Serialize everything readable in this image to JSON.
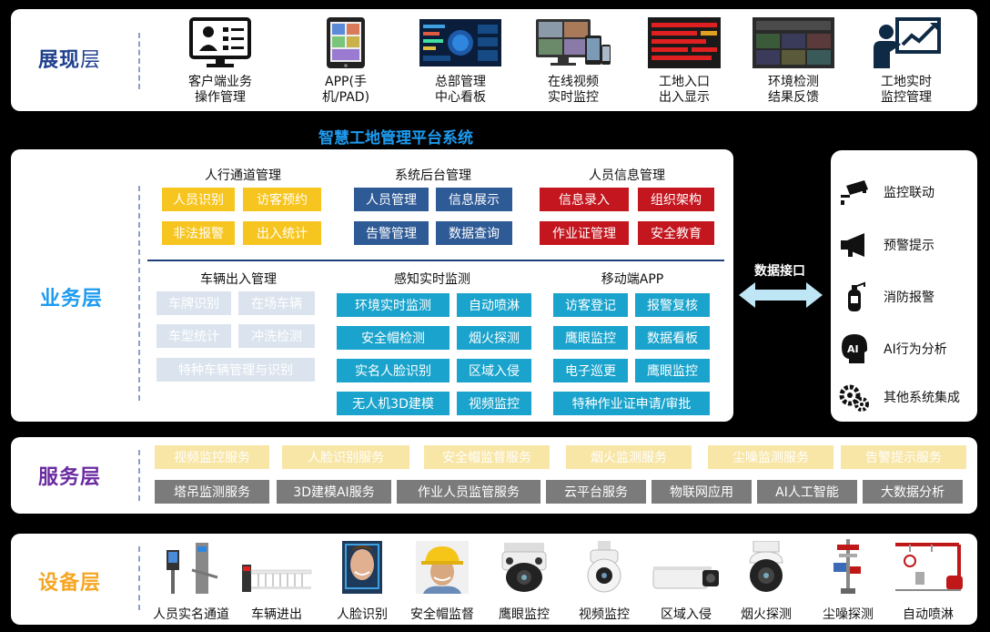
{
  "layers": {
    "presentation": {
      "main": "展现",
      "suffix": "层"
    },
    "business": {
      "main": "业务层"
    },
    "service": {
      "main": "服务层"
    },
    "device": {
      "main": "设备层"
    }
  },
  "presentation_items": [
    {
      "icon": "computer-user-icon",
      "label": "客户端业务\n操作管理"
    },
    {
      "icon": "tablet-icon",
      "label": "APP(手\n机/PAD)"
    },
    {
      "icon": "dashboard-screen-icon",
      "label": "总部管理\n中心看板"
    },
    {
      "icon": "video-devices-icon",
      "label": "在线视频\n实时监控"
    },
    {
      "icon": "led-display-icon",
      "label": "工地入口\n出入显示"
    },
    {
      "icon": "environment-monitor-icon",
      "label": "环境检测\n结果反馈"
    },
    {
      "icon": "presenter-chart-icon",
      "label": "工地实时\n监控管理"
    }
  ],
  "platform_title": "智慧工地管理平台系统",
  "business_groups": {
    "pedestrian": {
      "title": "人行通道管理",
      "tags": [
        "人员识别",
        "访客预约",
        "非法报警",
        "出入统计"
      ]
    },
    "backend": {
      "title": "系统后台管理",
      "tags": [
        "人员管理",
        "信息展示",
        "告警管理",
        "数据查询"
      ]
    },
    "personnel": {
      "title": "人员信息管理",
      "tags": [
        "信息录入",
        "组织架构",
        "作业证管理",
        "安全教育"
      ]
    },
    "vehicle": {
      "title": "车辆出入管理",
      "tags": [
        "车牌识别",
        "在场车辆",
        "车型统计",
        "冲洗检测",
        "特种车辆管理与识别"
      ]
    },
    "sensing": {
      "title": "感知实时监测",
      "tags": [
        "环境实时监测",
        "自动喷淋",
        "安全帽检测",
        "烟火探测",
        "实名人脸识别",
        "区域入侵",
        "无人机3D建模",
        "视频监控"
      ]
    },
    "mobile": {
      "title": "移动端APP",
      "tags": [
        "访客登记",
        "报警复核",
        "鹰眼监控",
        "数据看板",
        "电子巡更",
        "鹰眼监控",
        "特种作业证申请/审批"
      ]
    }
  },
  "interface_label": "数据接口",
  "right_items": [
    {
      "icon": "cctv-camera-icon",
      "label": "监控联动"
    },
    {
      "icon": "megaphone-icon",
      "label": "预警提示"
    },
    {
      "icon": "fire-extinguisher-icon",
      "label": "消防报警"
    },
    {
      "icon": "ai-head-icon",
      "label": "AI行为分析"
    },
    {
      "icon": "gears-icon",
      "label": "其他系统集成"
    }
  ],
  "services_light": [
    "视频监控服务",
    "人脸识别服务",
    "安全帽监督服务",
    "烟火监测服务",
    "尘噪监测服务",
    "告警提示服务"
  ],
  "services_dark": [
    "塔吊监测服务",
    "3D建模AI服务",
    "作业人员监管服务",
    "云平台服务",
    "物联网应用",
    "AI人工智能",
    "大数据分析"
  ],
  "devices": [
    {
      "icon": "turnstile-icon",
      "label": "人员实名通道"
    },
    {
      "icon": "barrier-gate-icon",
      "label": "车辆进出"
    },
    {
      "icon": "face-scan-icon",
      "label": "人脸识别"
    },
    {
      "icon": "hardhat-worker-icon",
      "label": "安全帽监督"
    },
    {
      "icon": "eagle-eye-camera-icon",
      "label": "鹰眼监控"
    },
    {
      "icon": "dome-camera-icon",
      "label": "视频监控"
    },
    {
      "icon": "bullet-camera-icon",
      "label": "区域入侵"
    },
    {
      "icon": "speed-dome-icon",
      "label": "烟火探测"
    },
    {
      "icon": "dust-sensor-icon",
      "label": "尘噪探测"
    },
    {
      "icon": "sprinkler-icon",
      "label": "自动喷淋"
    }
  ],
  "colors": {
    "presentation_label": "#1f3f8f",
    "business_label": "#1d9bf0",
    "service_label": "#6a2aa0",
    "device_label": "#f5a623",
    "yellow_tag": "#f7c51f",
    "blue_tag": "#2e5a96",
    "red_tag": "#c3161e",
    "teal_tag": "#1aa3cc"
  }
}
